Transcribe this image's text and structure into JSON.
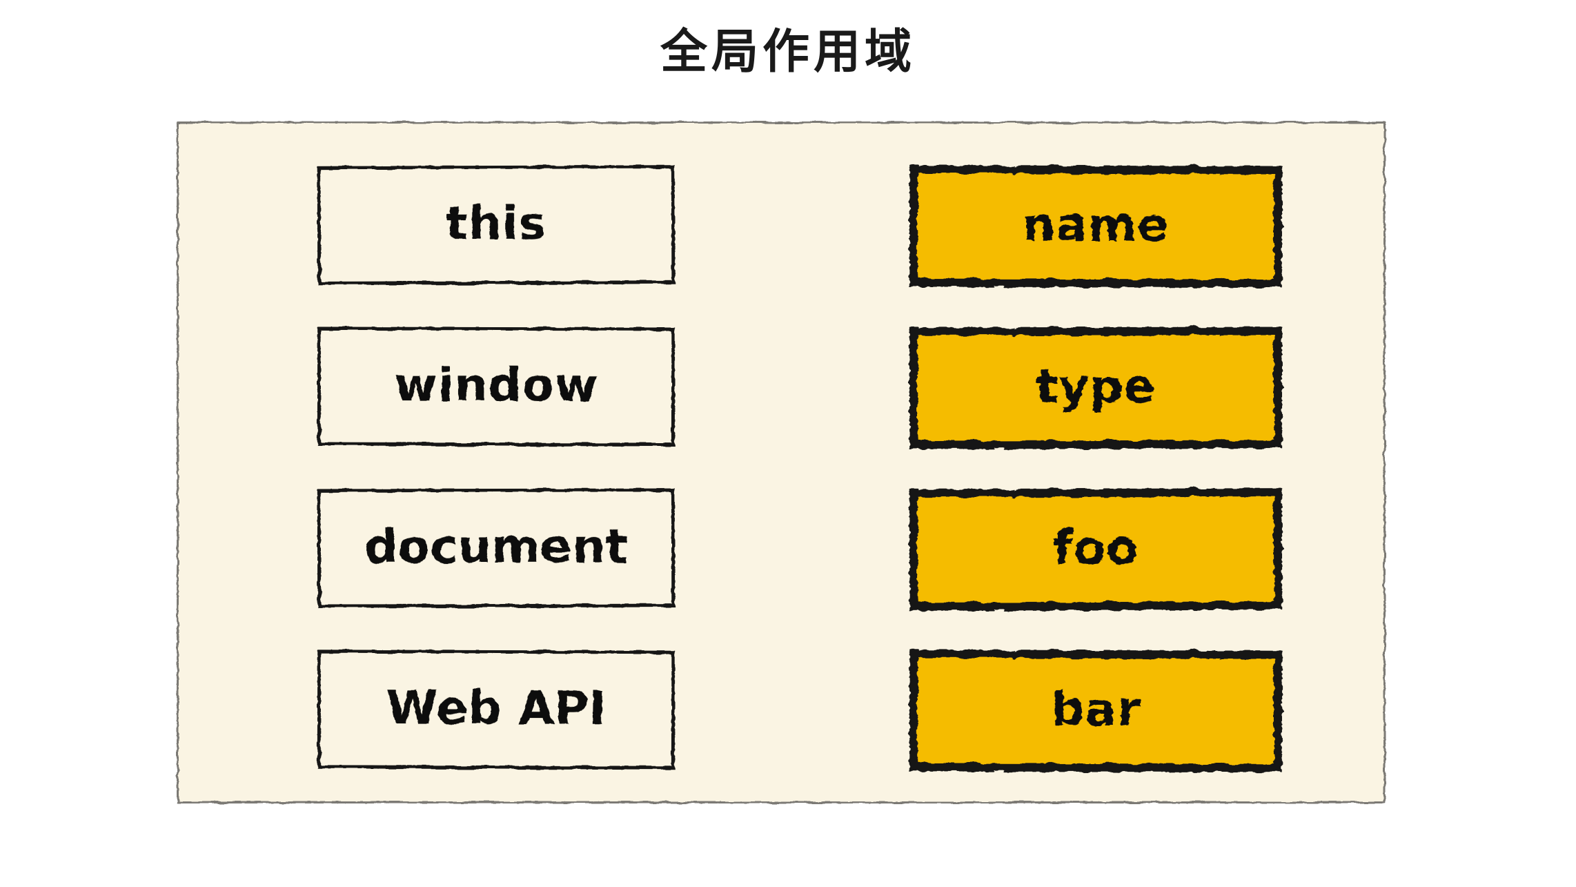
{
  "page": {
    "title": "全局作用域",
    "background_color": "#ffffff"
  },
  "scope_panel": {
    "name": "global-scope-panel",
    "background_color": "#faf4e3",
    "border_color": "#7c7a74"
  },
  "theme": {
    "ink": "#141414",
    "paper": "#faf4e3",
    "highlight": "#f5bc06",
    "text": "#0d0d0d"
  },
  "columns": {
    "left": {
      "name": "builtin-references-column",
      "style": "plain",
      "items": [
        {
          "label": "this"
        },
        {
          "label": "window"
        },
        {
          "label": "document"
        },
        {
          "label": "Web API"
        }
      ]
    },
    "right": {
      "name": "global-variables-column",
      "style": "highlight",
      "items": [
        {
          "label": "name"
        },
        {
          "label": "type"
        },
        {
          "label": "foo"
        },
        {
          "label": "bar"
        }
      ]
    }
  }
}
